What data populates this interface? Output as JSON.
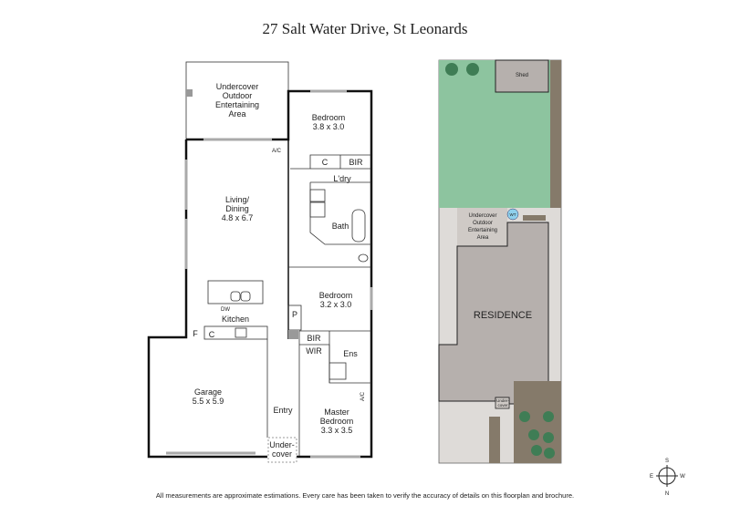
{
  "title": "27 Salt Water Drive, St Leonards",
  "disclaimer": "All measurements are approximate estimations. Every care has been taken to verify the accuracy of details on this floorplan and brochure.",
  "floor_plan": {
    "rooms": {
      "uoe": [
        "Undercover",
        "Outdoor",
        "Entertaining",
        "Area"
      ],
      "bedroom1": [
        "Bedroom",
        "3.8 x 3.0"
      ],
      "living": [
        "Living/",
        "Dining",
        "4.8 x 6.7"
      ],
      "laundry": "L'dry",
      "cupboard": "C",
      "bir1": "BIR",
      "bath": "Bath",
      "bedroom2": [
        "Bedroom",
        "3.2 x 3.0"
      ],
      "pantry": "P",
      "kitchen": "Kitchen",
      "dishwasher": "DW",
      "fridge": "F",
      "kitchen_cupboard": "C",
      "bir2": "BIR",
      "wir": "WIR",
      "ensuite": "Ens",
      "garage": [
        "Garage",
        "5.5 x 5.9"
      ],
      "entry": "Entry",
      "undercover": [
        "Under-",
        "cover"
      ],
      "master": [
        "Master",
        "Bedroom",
        "3.3 x 3.5"
      ],
      "ac1": "A/C",
      "ac2": "A/C"
    }
  },
  "site_plan": {
    "shed": "Shed",
    "uoe": [
      "Undercover",
      "Outdoor",
      "Entertaining",
      "Area"
    ],
    "water_tank": "WT",
    "residence": "RESIDENCE",
    "undercover": [
      "Under-",
      "cover"
    ],
    "colors": {
      "lawn": "#8dc49f",
      "building": "#b6b0ad",
      "paving": "#dedbd8",
      "garden": "#857a6a",
      "tree": "#3f7d55",
      "water_tank": "#8fd0ec"
    }
  },
  "compass": {
    "north": "N",
    "south": "S",
    "east": "E",
    "west": "W"
  }
}
